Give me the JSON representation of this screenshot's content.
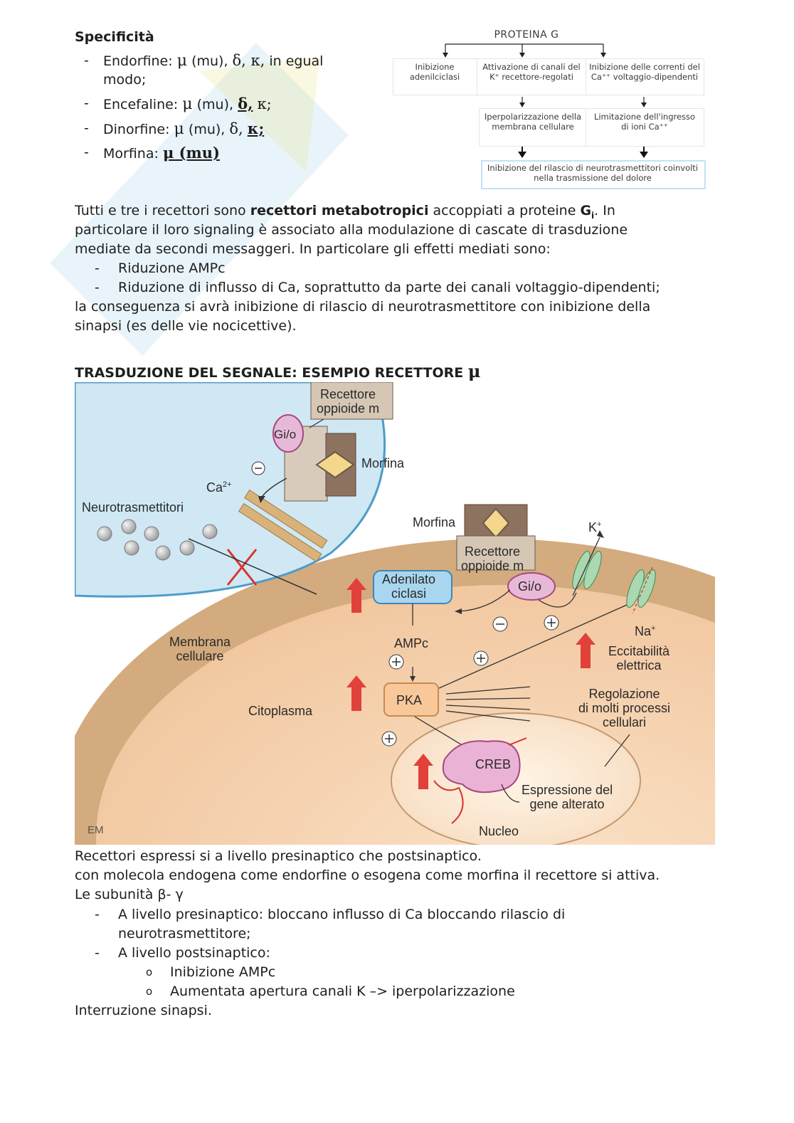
{
  "specificity": {
    "title": "Specificità",
    "items": [
      {
        "name": "Endorfine:",
        "mu": "μ",
        "mu_note": "(mu),",
        "rest1": "δ, κ,",
        "rest2": "in egual",
        "cont": "modo;"
      },
      {
        "name": "Encefaline:",
        "mu": "μ",
        "mu_note": "(mu),",
        "delta": "δ,",
        "kappa": "κ;"
      },
      {
        "name": "Dinorfine:",
        "mu": "μ",
        "mu_note": "(mu),",
        "delta": "δ,",
        "kappa": "κ;"
      },
      {
        "name": "Morfina:",
        "mu_bold": "μ (mu)"
      }
    ]
  },
  "flow": {
    "top": "PROTEINA G",
    "col1": "Inibizione adenilciclasi",
    "col2": "Attivazione di canali del K⁺ recettore-regolati",
    "col3": "Inibizione delle correnti del Ca⁺⁺ voltaggio-dipendenti",
    "mid2": "Iperpolarizzazione della membrana cellulare",
    "mid3": "Limitazione dell'ingresso di ioni Ca⁺⁺",
    "bottom": "Inibizione del rilascio di neurotrasmettitori coinvolti nella trasmissione del dolore"
  },
  "paragraph1": {
    "l1a": "Tutti e tre i recettori sono ",
    "l1b": "recettori metabotropici",
    "l1c": " accoppiati a proteine ",
    "l1d": "G",
    "l1e": "i",
    "l1f": ". In",
    "l2": "particolare il loro signaling è associato alla modulazione di cascate di trasduzione",
    "l3": "mediate da secondi messaggeri. In particolare gli effetti mediati sono:",
    "b1": "Riduzione AMPc",
    "b2": "Riduzione di influsso di Ca, soprattutto da parte dei canali voltaggio-dipendenti;",
    "l4": "la conseguenza si avrà inibizione di rilascio di neurotrasmettitore  con inibizione della",
    "l5": "sinapsi (es delle vie nocicettive)."
  },
  "section_title": {
    "text": "TRASDUZIONE DEL SEGNALE: ESEMPIO RECETTORE",
    "symbol": "μ"
  },
  "diagram": {
    "receptor_top": "Recettore\nopp­ioide m",
    "gio_top": "Gi/o",
    "morfina_top": "Morfina",
    "ca": "Ca2+",
    "neurotrasmettitori": "Neurotrasmettitori",
    "morfina_mid": "Morfina",
    "receptor_mid": "Recettore\noppioide m",
    "k": "K+",
    "adenilato": "Adenilato\nciclasi",
    "gio_mid": "Gi/o",
    "na": "Na+",
    "membrana": "Membrana\ncellulare",
    "ampc": "AMPc",
    "eccitabilita": "Eccitabilità\nelettrica",
    "pka": "PKA",
    "citoplasma": "Citoplasma",
    "regolazione": "Regolazione\ndi molti processi\ncellulari",
    "creb": "CREB",
    "espressione": "Espressione del\ngene alterato",
    "nucleo": "Nucleo",
    "logo": "EM"
  },
  "paragraph2": {
    "l1": "Recettori espressi si a livello presinaptico che postsinaptico.",
    "l2": "con molecola endogena come endorfine o esogena come morfina il recettore si attiva.",
    "l3": "Le subunità β- γ",
    "b1a": "A livello presinaptico: bloccano influsso di Ca bloccando rilascio di",
    "b1b": "neurotrasmettitore;",
    "b2": "A livello postsinaptico:",
    "s1": "Inibizione AMPc",
    "s2": "Aumentata apertura canali K –> iperpolarizzazione",
    "l4": "Interruzione  sinapsi."
  }
}
